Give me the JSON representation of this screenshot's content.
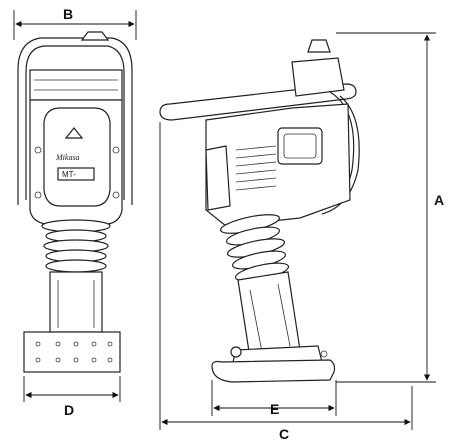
{
  "figure": {
    "dimensions": [
      {
        "key": "A",
        "label": "A"
      },
      {
        "key": "B",
        "label": "B"
      },
      {
        "key": "C",
        "label": "C"
      },
      {
        "key": "D",
        "label": "D"
      },
      {
        "key": "E",
        "label": "E"
      }
    ],
    "badge_text": "MT-"
  }
}
